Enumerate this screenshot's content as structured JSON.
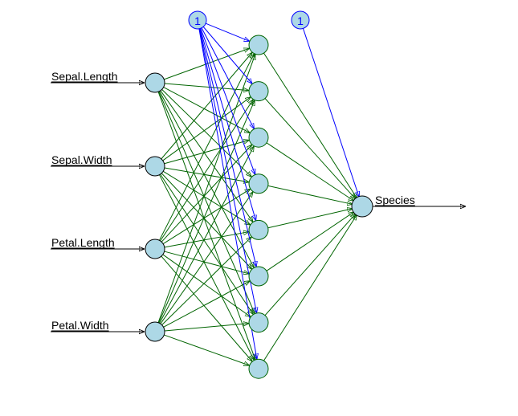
{
  "diagram": {
    "type": "neural-network",
    "colors": {
      "node_fill": "#ADD8E6",
      "input_output_border": "#000000",
      "hidden_border": "#006400",
      "bias_border": "#0000FF",
      "weight_edge": "#006400",
      "bias_edge": "#0000FF",
      "label": "#000000"
    },
    "layers": {
      "input": [
        {
          "label": "Sepal.Length"
        },
        {
          "label": "Sepal.Width"
        },
        {
          "label": "Petal.Length"
        },
        {
          "label": "Petal.Width"
        }
      ],
      "hidden_count": 8,
      "output": [
        {
          "label": "Species"
        }
      ]
    },
    "bias_nodes": [
      {
        "label": "1",
        "feeds": "hidden"
      },
      {
        "label": "1",
        "feeds": "output"
      }
    ]
  }
}
